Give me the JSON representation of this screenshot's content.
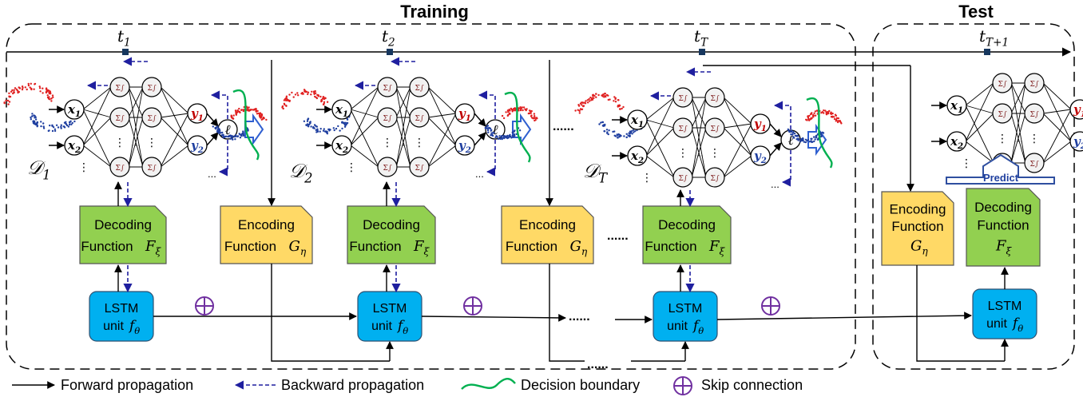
{
  "sections": {
    "training": "Training",
    "test": "Test"
  },
  "timeline": {
    "t1": {
      "base": "t",
      "sub": "1"
    },
    "t2": {
      "base": "t",
      "sub": "2"
    },
    "tT": {
      "base": "t",
      "sub": "T"
    },
    "tT1": {
      "base": "t",
      "sub": "T+1"
    }
  },
  "datasets": {
    "d1": {
      "base": "𝒟",
      "sub": "1"
    },
    "d2": {
      "base": "𝒟",
      "sub": "2"
    },
    "dT": {
      "base": "𝒟",
      "sub": "T"
    }
  },
  "network": {
    "x": "x",
    "y": "y",
    "sub1": "1",
    "sub2": "2",
    "loss": "ℓ",
    "neuron": "Σ∫",
    "dots": "⋮",
    "hdots": "···",
    "ellipsis": "..."
  },
  "decoding": {
    "line1": "Decoding",
    "line2": "Function",
    "symbol": "F",
    "sub": "ξ"
  },
  "encoding": {
    "line1": "Encoding",
    "line2": "Function",
    "symbol": "G",
    "sub": "η"
  },
  "lstm": {
    "line1": "LSTM",
    "line2": "unit",
    "symbol": "f",
    "sub": "θ"
  },
  "separators": {
    "dots": "......"
  },
  "predict": "Predict",
  "legend": {
    "forward": "Forward propagation",
    "backward": "Backward propagation",
    "boundary": "Decision boundary",
    "skip": "Skip connection"
  },
  "colors": {
    "decoding": "#92d050",
    "encoding": "#ffd966",
    "lstm": "#00b0f0",
    "backward": "#1f1f9f",
    "boundary": "#00b050",
    "skip": "#7030a0",
    "red_data": "#e02020",
    "blue_data": "#1f3fa0",
    "neuron_text": "#7f1f1f"
  }
}
